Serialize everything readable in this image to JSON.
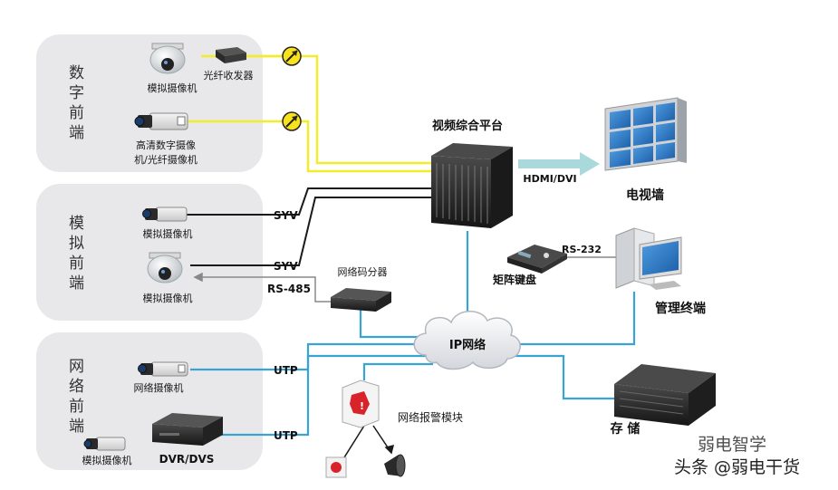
{
  "groups": {
    "digital": {
      "title_chars": [
        "数",
        "字",
        "前",
        "端"
      ]
    },
    "analog": {
      "title_chars": [
        "模",
        "拟",
        "前",
        "端"
      ]
    },
    "network": {
      "title_chars": [
        "网",
        "络",
        "前",
        "端"
      ]
    }
  },
  "labels": {
    "analog_cam_1": "模拟摄像机",
    "fiber_transceiver": "光纤收发器",
    "hd_camera_line1": "高清数字摄像",
    "hd_camera_line2": "机/光纤摄像机",
    "analog_cam_2": "模拟摄像机",
    "analog_cam_3": "模拟摄像机",
    "network_cam": "网络摄像机",
    "analog_cam_4": "模拟摄像机",
    "dvr": "DVR/DVS",
    "platform": "视频综合平台",
    "hdmi": "HDMI/DVI",
    "video_wall": "电视墙",
    "rs232": "RS-232",
    "keyboard": "矩阵键盘",
    "terminal": "管理终端",
    "syv1": "SYV",
    "syv2": "SYV",
    "rs485": "RS-485",
    "code_splitter": "网络码分器",
    "ip_network": "IP网络",
    "utp1": "UTP",
    "utp2": "UTP",
    "alarm_module": "网络报警模块",
    "storage": "存  储"
  },
  "watermark": {
    "line1": "弱电智学",
    "line2": "头条 @弱电干货"
  },
  "colors": {
    "fiber_line": "#f2ec2a",
    "coax_line": "#1a1a1a",
    "ip_line": "#3aa3d6",
    "panel_bg": "#e8e8ea",
    "arrow_teal": "#a9d9da"
  }
}
